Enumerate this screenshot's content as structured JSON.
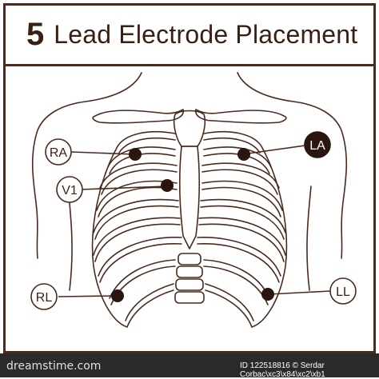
{
  "title": {
    "number": "5",
    "text": "Lead Electrode Placement"
  },
  "labels": {
    "ra": "RA",
    "la": "LA",
    "v1": "V1",
    "rl": "RL",
    "ll": "LL"
  },
  "footer": {
    "watermark": "dreamstime.com",
    "id_text": "ID 122518816 © Serdar Corbac\\xc3\\x84\\xc2\\xb1"
  },
  "colors": {
    "ink": "#4a2a1c",
    "footer_bg": "#2a2a2a"
  }
}
